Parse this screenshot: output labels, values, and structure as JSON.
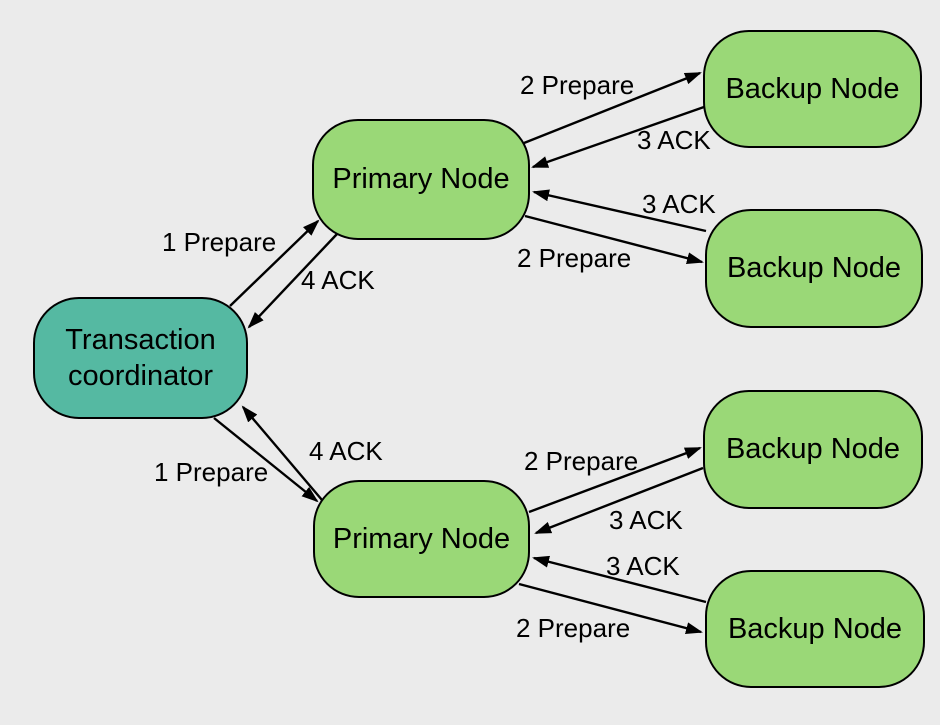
{
  "colors": {
    "background": "#EBEBEB",
    "coordinator_fill": "#55B9A2",
    "node_fill": "#9AD877",
    "outline": "#000000"
  },
  "nodes": {
    "coordinator": {
      "label": "Transaction coordinator"
    },
    "primary_top": {
      "label": "Primary Node"
    },
    "primary_bottom": {
      "label": "Primary Node"
    },
    "backup_1": {
      "label": "Backup Node"
    },
    "backup_2": {
      "label": "Backup Node"
    },
    "backup_3": {
      "label": "Backup Node"
    },
    "backup_4": {
      "label": "Backup Node"
    }
  },
  "edges": {
    "coord_to_primary_top": {
      "label": "1 Prepare"
    },
    "primary_top_to_coord": {
      "label": "4 ACK"
    },
    "coord_to_primary_bottom": {
      "label": "1 Prepare"
    },
    "primary_bottom_to_coord": {
      "label": "4 ACK"
    },
    "primary_top_to_backup1": {
      "label": "2 Prepare"
    },
    "backup1_to_primary_top": {
      "label": "3 ACK"
    },
    "primary_top_to_backup2": {
      "label": "2 Prepare"
    },
    "backup2_to_primary_top": {
      "label": "3 ACK"
    },
    "primary_bottom_to_backup3": {
      "label": "2 Prepare"
    },
    "backup3_to_primary_bottom": {
      "label": "3 ACK"
    },
    "primary_bottom_to_backup4": {
      "label": "2 Prepare"
    },
    "backup4_to_primary_bottom": {
      "label": "3 ACK"
    }
  }
}
